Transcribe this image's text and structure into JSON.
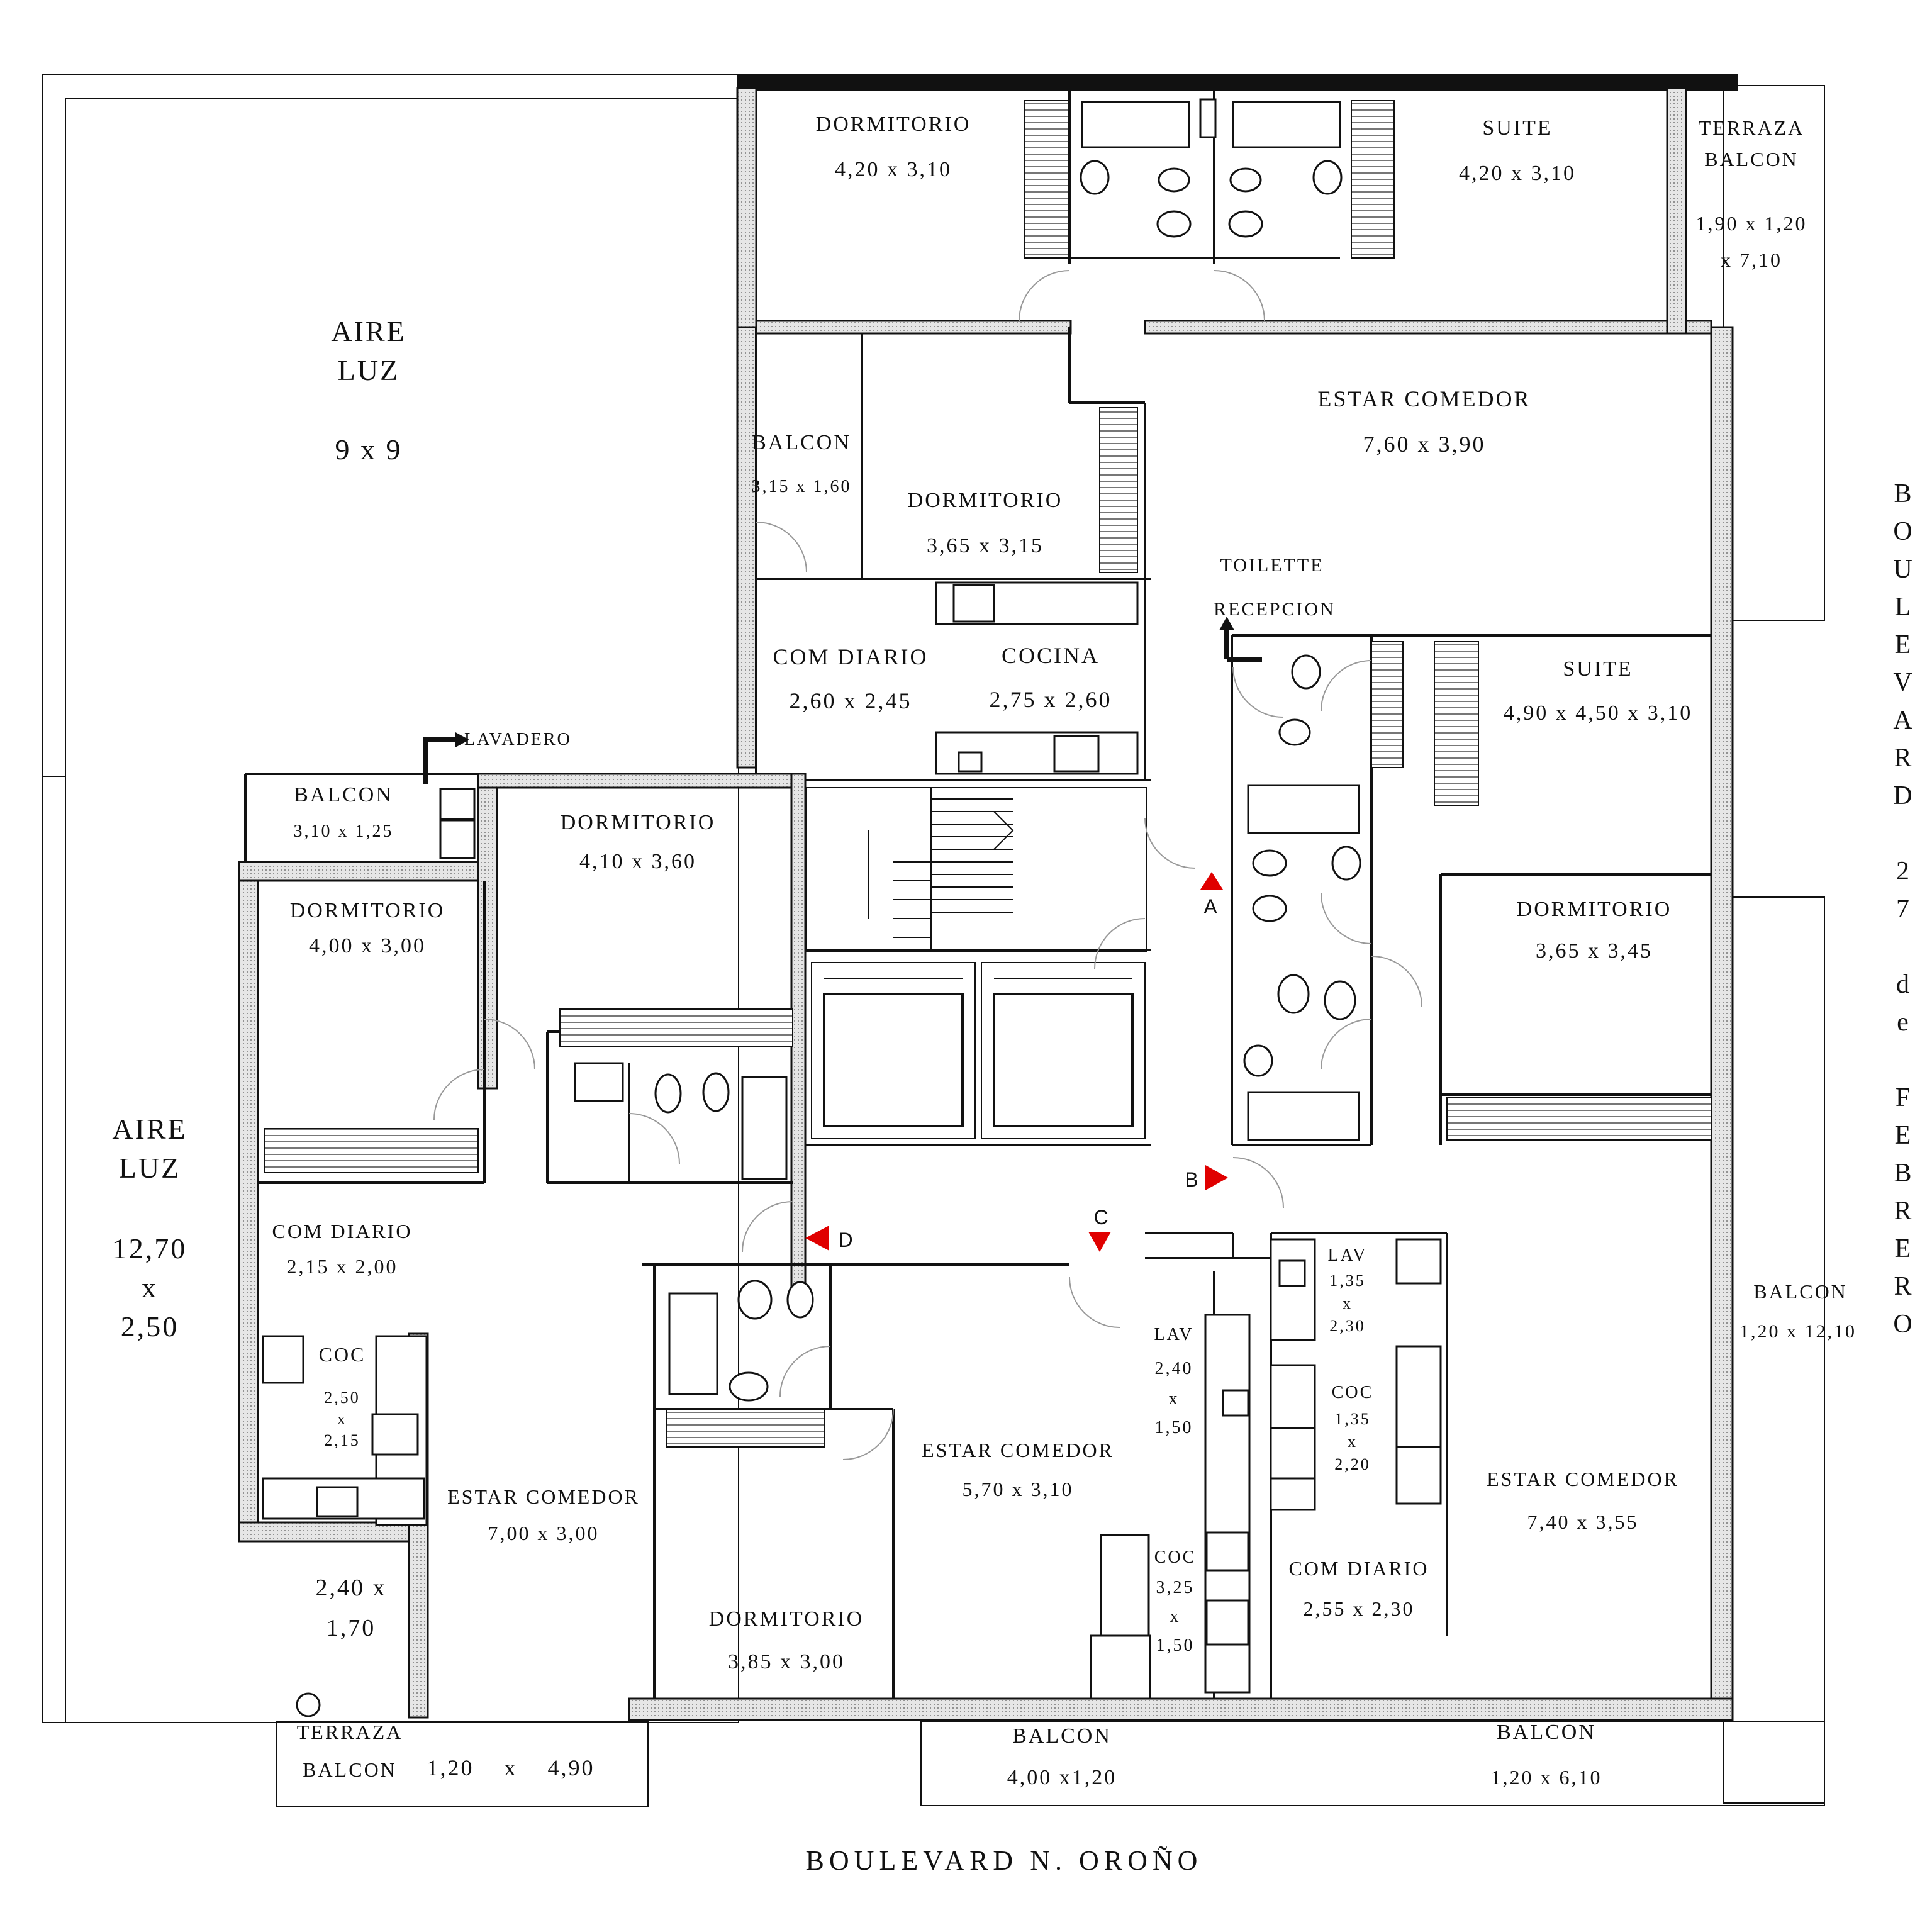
{
  "plan": {
    "street_bottom": "BOULEVARD N. OROÑO",
    "street_right_letters": [
      "B",
      "O",
      "U",
      "L",
      "E",
      "V",
      "A",
      "R",
      "D",
      "",
      "2",
      "7",
      "",
      "d",
      "e",
      "",
      "F",
      "E",
      "B",
      "R",
      "E",
      "R",
      "O"
    ],
    "markers": {
      "a": "A",
      "b": "B",
      "c": "C",
      "d": "D"
    },
    "rooms": {
      "aire_luz_top": {
        "line1": "AIRE",
        "line2": "LUZ",
        "dims": "9 x 9"
      },
      "aire_luz_left": {
        "line1": "AIRE",
        "line2": "LUZ",
        "dims_a": "12,70",
        "dims_b": "x",
        "dims_c": "2,50"
      },
      "dormitorio_top": {
        "name": "DORMITORIO",
        "dims": "4,20 x 3,10"
      },
      "suite_top": {
        "name": "SUITE",
        "dims": "4,20 x 3,10"
      },
      "terraza_balcon_tr": {
        "line1": "TERRAZA",
        "line2": "BALCON",
        "dims_a": "1,90 x 1,20",
        "dims_b": "x 7,10"
      },
      "estar_comedor_top": {
        "name": "ESTAR COMEDOR",
        "dims": "7,60 x 3,90"
      },
      "balcon_mid": {
        "name": "BALCON",
        "dims": "3,15 x 1,60"
      },
      "dormitorio_mid": {
        "name": "DORMITORIO",
        "dims": "3,65 x 3,15"
      },
      "toilette": {
        "name": "TOILETTE"
      },
      "recepcion": {
        "name": "RECEPCION"
      },
      "com_diario_top": {
        "name": "COM DIARIO",
        "dims": "2,60 x 2,45"
      },
      "cocina": {
        "name": "COCINA",
        "dims": "2,75 x 2,60"
      },
      "suite_right": {
        "name": "SUITE",
        "dims": "4,90 x 4,50 x 3,10"
      },
      "lavadero": {
        "name": "LAVADERO"
      },
      "balcon_left": {
        "name": "BALCON",
        "dims": "3,10 x 1,25"
      },
      "dormitorio_center_left": {
        "name": "DORMITORIO",
        "dims": "4,10 x 3,60"
      },
      "dormitorio_left": {
        "name": "DORMITORIO",
        "dims": "4,00 x 3,00"
      },
      "dormitorio_right": {
        "name": "DORMITORIO",
        "dims": "3,65 x 3,45"
      },
      "com_diario_left": {
        "name": "COM DIARIO",
        "dims": "2,15 x 2,00"
      },
      "coc_left": {
        "name": "COC",
        "dims_a": "2,50",
        "dims_b": "x",
        "dims_c": "2,15"
      },
      "estar_comedor_left": {
        "name": "ESTAR COMEDOR",
        "dims": "7,00 x 3,00"
      },
      "terraza_left": {
        "dims_a": "2,40 x",
        "dims_b": "1,70"
      },
      "terraza_balcon_bl": {
        "line1": "TERRAZA",
        "line2": "BALCON",
        "dims": "1,20    x    4,90"
      },
      "dormitorio_bottom": {
        "name": "DORMITORIO",
        "dims": "3,85 x 3,00"
      },
      "estar_comedor_center": {
        "name": "ESTAR COMEDOR",
        "dims": "5,70 x 3,10"
      },
      "lav_center": {
        "name": "LAV",
        "dims_a": "2,40",
        "dims_b": "x",
        "dims_c": "1,50"
      },
      "coc_center": {
        "name": "COC",
        "dims_a": "3,25",
        "dims_b": "x",
        "dims_c": "1,50"
      },
      "lav_right": {
        "name": "LAV",
        "dims_a": "1,35",
        "dims_b": "x",
        "dims_c": "2,30"
      },
      "coc_right": {
        "name": "COC",
        "dims_a": "1,35",
        "dims_b": "x",
        "dims_c": "2,20"
      },
      "com_diario_right": {
        "name": "COM DIARIO",
        "dims": "2,55 x 2,30"
      },
      "estar_comedor_right": {
        "name": "ESTAR COMEDOR",
        "dims": "7,40 x 3,55"
      },
      "balcon_right": {
        "name": "BALCON",
        "dims": "1,20 x 12,10"
      },
      "balcon_bottom_center": {
        "name": "BALCON",
        "dims": "4,00 x1,20"
      },
      "balcon_bottom_right": {
        "name": "BALCON",
        "dims": "1,20 x 6,10"
      }
    }
  }
}
